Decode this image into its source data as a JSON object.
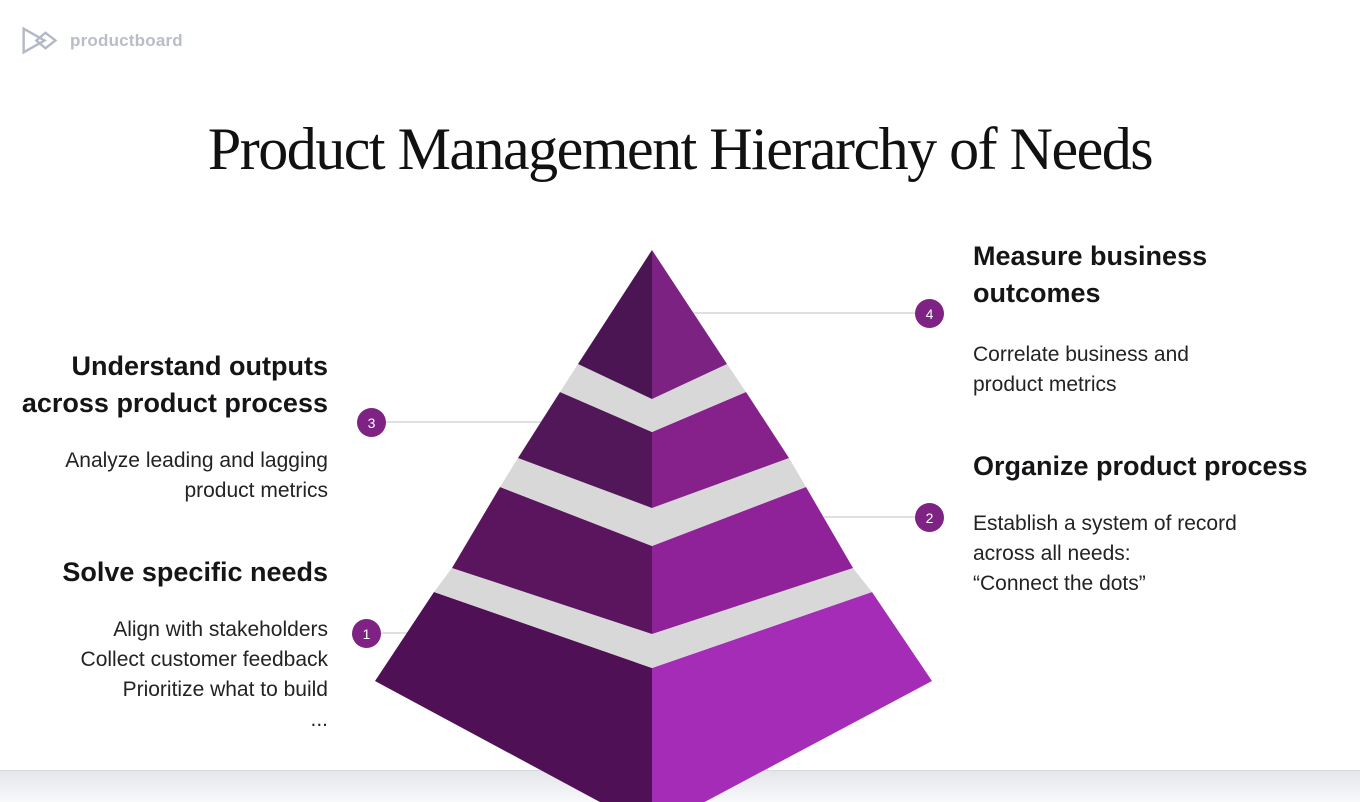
{
  "brand": {
    "logo_text": "productboard"
  },
  "title": "Product Management Hierarchy of Needs",
  "annotations": {
    "solve": {
      "badge": "1",
      "heading": "Solve specific needs",
      "body": "Align with stakeholders\nCollect customer feedback\nPrioritize what to build\n..."
    },
    "organize": {
      "badge": "2",
      "heading": "Organize product process",
      "body": "Establish a system of record\nacross all needs:\n“Connect the dots”"
    },
    "understand": {
      "badge": "3",
      "heading": "Understand outputs\nacross product process",
      "body": "Analyze leading and lagging\nproduct metrics"
    },
    "measure": {
      "badge": "4",
      "heading": "Measure business\noutcomes",
      "body": "Correlate business and\nproduct metrics"
    }
  },
  "pyramid_levels": [
    {
      "number": "1",
      "label": "Solve specific needs"
    },
    {
      "number": "2",
      "label": "Organize product process"
    },
    {
      "number": "3",
      "label": "Understand outputs across product process"
    },
    {
      "number": "4",
      "label": "Measure business outcomes"
    }
  ],
  "colors": {
    "tier1_left": "#4F1055",
    "tier1_right": "#A42CB7",
    "tier2_left": "#5A155E",
    "tier2_right": "#8F2199",
    "tier3_left": "#521758",
    "tier3_right": "#86218B",
    "tier4_left": "#4B1553",
    "tier4_right": "#7C2282",
    "band_gray": "#D8D8D8",
    "badge": "#7E2383",
    "connector": "#D6D6DA",
    "logo_gray": "#B4B8C4",
    "footer_edge": "#D7D9DD"
  }
}
